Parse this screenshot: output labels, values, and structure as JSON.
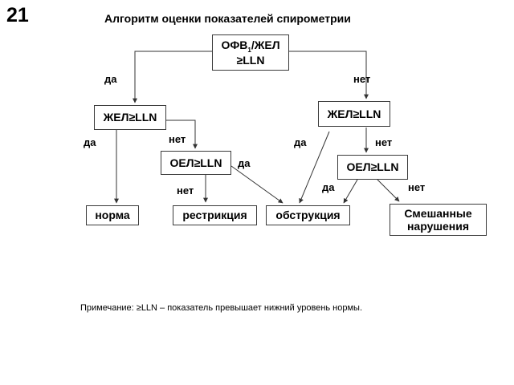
{
  "slide_number": "21",
  "title": "Алгоритм оценки показателей спирометрии",
  "nodes": {
    "root": {
      "line1": "ОФВ",
      "sub": "1",
      "line1_tail": "/ЖЕЛ",
      "line2": "≥LLN"
    },
    "fvc_left": "ЖЕЛ≥LLN",
    "fvc_right": "ЖЕЛ≥LLN",
    "tlc_left": "ОЕЛ≥LLN",
    "tlc_right": "ОЕЛ≥LLN",
    "normal": "норма",
    "restriction": "рестрикция",
    "obstruction": "обструкция",
    "mixed": {
      "line1": "Смешанные",
      "line2": "нарушения"
    }
  },
  "labels": {
    "root_yes": "да",
    "root_no": "нет",
    "fvc_left_yes": "да",
    "fvc_left_no": "нет",
    "tlc_left_yes": "да",
    "tlc_left_no": "нет",
    "fvc_right_yes": "да",
    "fvc_right_no": "нет",
    "tlc_right_yes": "да",
    "tlc_right_no": "нет"
  },
  "note": "Примечание: ≥LLN – показатель превышает нижний уровень нормы."
}
